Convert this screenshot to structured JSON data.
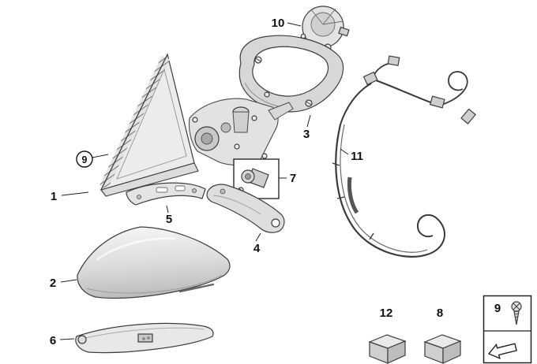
{
  "diagram": {
    "callouts": {
      "part1": "1",
      "part2": "2",
      "part3": "3",
      "part4": "4",
      "part5": "5",
      "part6": "6",
      "part7": "7",
      "part9": "9",
      "part10": "10",
      "part11": "11"
    },
    "legend": {
      "part12": "12",
      "part8": "8",
      "part9": "9"
    },
    "icons": {
      "screw": "screw-icon",
      "direction_arrow": "arrow-icon",
      "parts_kit": "package-box-icon"
    },
    "colors": {
      "background": "#ffffff",
      "line": "#3d3d3d",
      "fill_light": "#ececec",
      "fill_mid": "#d6d6d6",
      "fill_dark": "#b9b9b9"
    }
  }
}
